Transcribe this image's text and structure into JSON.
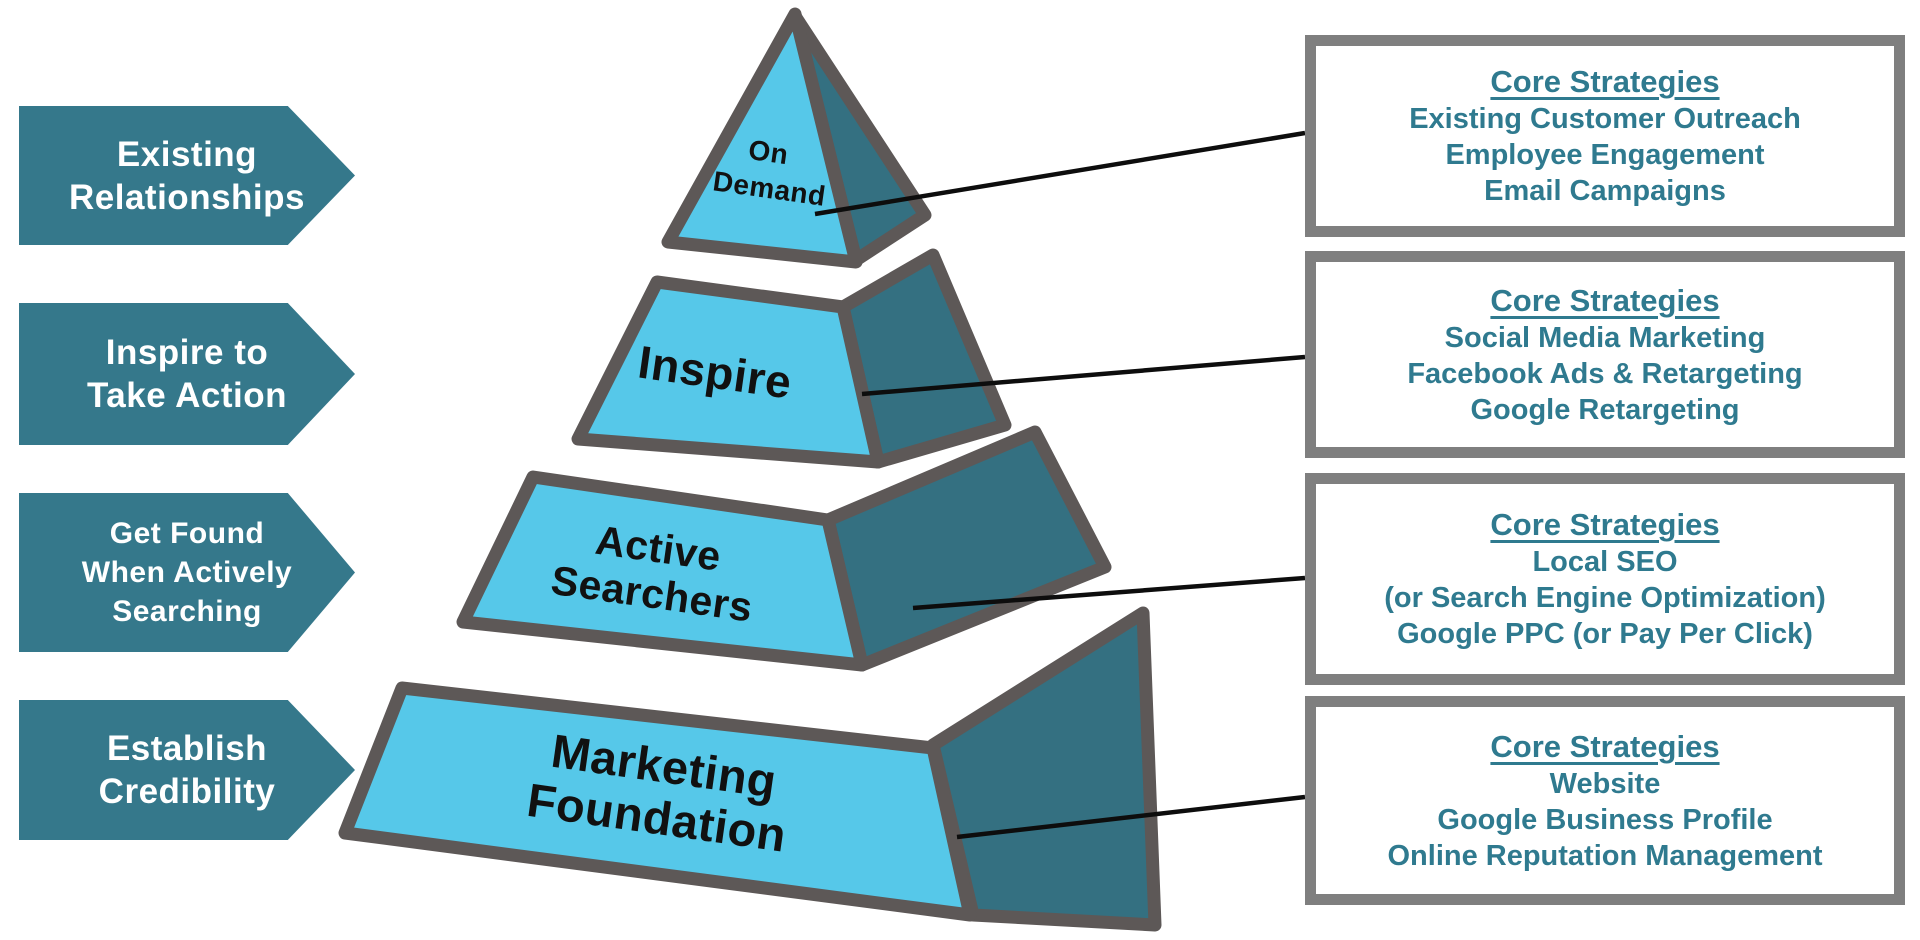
{
  "banners": [
    {
      "lines": [
        "Existing",
        "Relationships"
      ]
    },
    {
      "lines": [
        "Inspire to",
        "Take Action"
      ]
    },
    {
      "lines": [
        "Get Found",
        "When Actively",
        "Searching"
      ]
    },
    {
      "lines": [
        "Establish",
        "Credibility"
      ]
    }
  ],
  "pyramid": {
    "levels": [
      {
        "name": "on-demand",
        "lines": [
          "On",
          "Demand"
        ]
      },
      {
        "name": "inspire",
        "lines": [
          "Inspire"
        ]
      },
      {
        "name": "active-searchers",
        "lines": [
          "Active",
          "Searchers"
        ]
      },
      {
        "name": "marketing-foundation",
        "lines": [
          "Marketing",
          "Foundation"
        ]
      }
    ]
  },
  "boxes": [
    {
      "title": "Core Strategies",
      "items": [
        "Existing Customer Outreach",
        "Employee Engagement",
        "Email Campaigns"
      ]
    },
    {
      "title": "Core Strategies",
      "items": [
        "Social Media Marketing",
        "Facebook Ads & Retargeting",
        "Google Retargeting"
      ]
    },
    {
      "title": "Core Strategies",
      "items": [
        "Local SEO",
        "(or Search Engine Optimization)",
        "Google PPC (or Pay Per Click)"
      ]
    },
    {
      "title": "Core Strategies",
      "items": [
        "Website",
        "Google Business Profile",
        "Online Reputation Management"
      ]
    }
  ],
  "colors": {
    "pyramid_front": "#56c8e9",
    "pyramid_side": "#347081",
    "banner_fill": "#35788b",
    "pyramid_outline": "#5d5857",
    "box_border": "#7f7f7f",
    "box_text": "#2f7a8f",
    "connector": "#0d0d0d"
  }
}
